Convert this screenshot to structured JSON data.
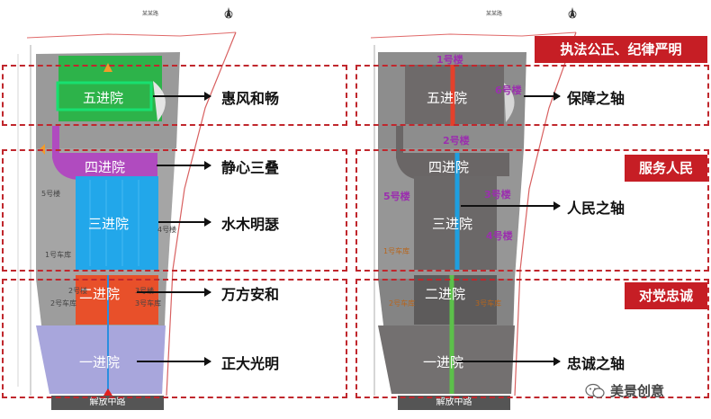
{
  "left": {
    "top_label": "某某路",
    "yards": [
      "五进院",
      "四进院",
      "三进院",
      "二进院",
      "一进院"
    ],
    "themes": [
      "惠风和畅",
      "静心三叠",
      "水木明瑟",
      "万方安和",
      "正大光明"
    ],
    "garages": [
      "1号车库",
      "2号车库",
      "3号车库"
    ],
    "small": [
      "5号楼",
      "2号楼",
      "3号楼",
      "4号楼"
    ],
    "road": "解放中路"
  },
  "right": {
    "top_label": "某某路",
    "yards": [
      "五进院",
      "四进院",
      "三进院",
      "二进院",
      "一进院"
    ],
    "buildings": [
      "1号楼",
      "6号楼",
      "2号楼",
      "5号楼",
      "3号楼",
      "4号楼"
    ],
    "garages": [
      "1号车库",
      "2号车库",
      "3号车库"
    ],
    "axes": [
      "保障之轴",
      "人民之轴",
      "忠诚之轴"
    ],
    "tags": [
      "执法公正、纪律严明",
      "服务人民",
      "对党忠诚"
    ],
    "road": "解放中路"
  },
  "watermark": "美景创意",
  "colors": {
    "red_dash": "#c0272d",
    "tag_red": "#c61e25",
    "green": "#2db34a",
    "purple": "#b04bbf",
    "blue": "#22a7ea",
    "orange": "#e8502a",
    "lavender": "#a8a6dc",
    "building_label": "#9b2fae",
    "axis_red": "#e4402b",
    "axis_blue": "#1e9fe0",
    "axis_green": "#5cc04a"
  }
}
